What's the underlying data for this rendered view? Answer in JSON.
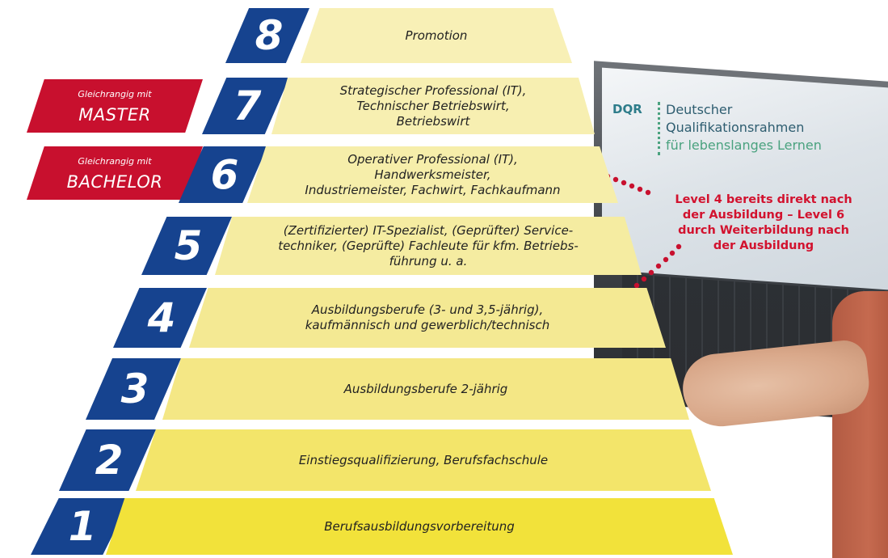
{
  "dqr": {
    "abbr": "DQR",
    "title_line1": "Deutscher",
    "title_line2": "Qualifikationsrahmen",
    "title_line3": "für lebenslanges Lernen"
  },
  "callout": {
    "line1": "Level 4 bereits direkt nach",
    "line2": "der Ausbildung – Level 6",
    "line3": "durch Weiterbildung nach",
    "line4": "der Ausbildung"
  },
  "equivalents": [
    {
      "small": "Gleichrangig mit",
      "big": "MASTER"
    },
    {
      "small": "Gleichrangig mit",
      "big": "BACHELOR"
    }
  ],
  "levels": [
    {
      "number": "8",
      "lines": [
        "Promotion"
      ]
    },
    {
      "number": "7",
      "lines": [
        "Strategischer Professional (IT),",
        "Technischer Betriebswirt,",
        "Betriebswirt"
      ]
    },
    {
      "number": "6",
      "lines": [
        "Operativer Professional (IT),",
        "Handwerksmeister,",
        "Industriemeister, Fachwirt, Fachkaufmann"
      ]
    },
    {
      "number": "5",
      "lines": [
        "(Zertifizierter) IT-Spezialist, (Geprüfter) Service-",
        "techniker, (Geprüfte) Fachleute für kfm. Betriebs-",
        "führung u. a."
      ]
    },
    {
      "number": "4",
      "lines": [
        "Ausbildungsberufe (3- und 3,5-jährig),",
        "kaufmännisch und gewerblich/technisch"
      ]
    },
    {
      "number": "3",
      "lines": [
        "Ausbildungsberufe 2-jährig"
      ]
    },
    {
      "number": "2",
      "lines": [
        "Einstiegsqualifizierung, Berufsfachschule"
      ]
    },
    {
      "number": "1",
      "lines": [
        "Berufsausbildungsvorbereitung"
      ]
    }
  ],
  "colors": {
    "level_number_bg": "#16438f",
    "equivalent_bg": "#c8102e",
    "callout_text": "#d2122e",
    "bar_top": "#f6eeab",
    "bar_bottom": "#f2e23a"
  }
}
